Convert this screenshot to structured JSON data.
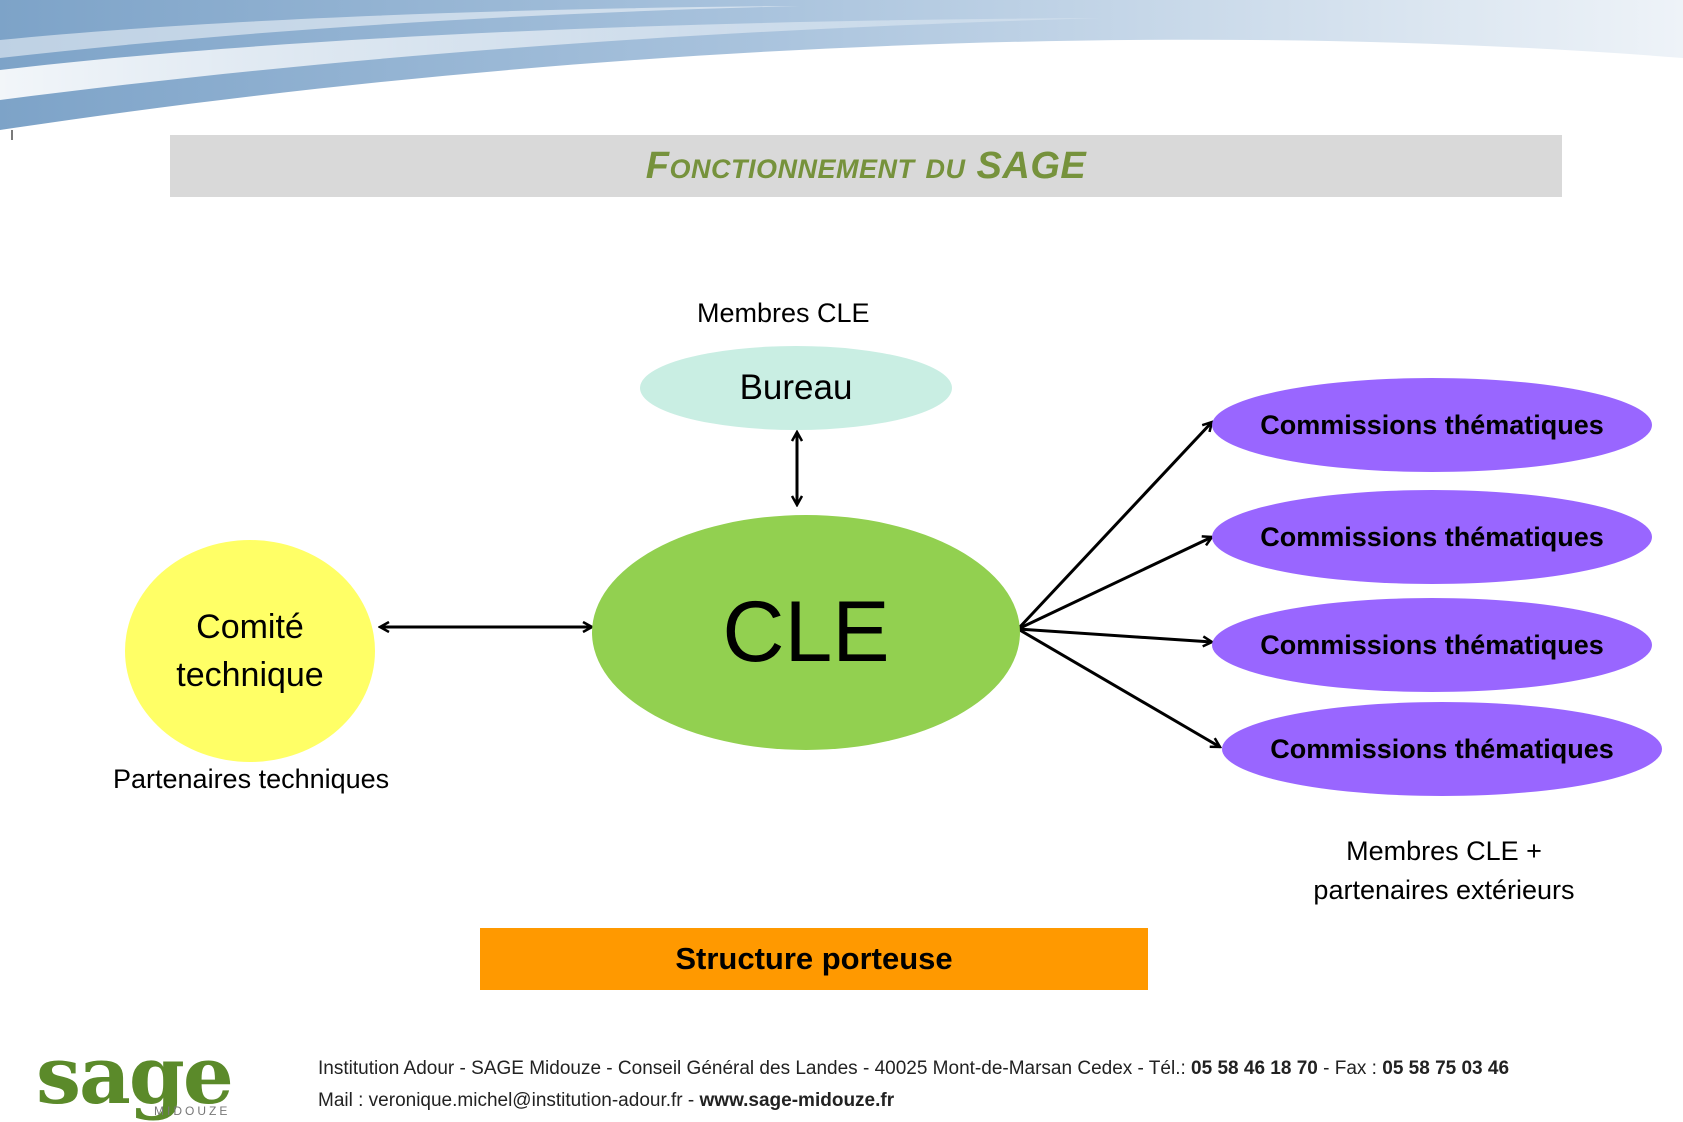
{
  "title": "Fonctionnement du SAGE",
  "nodes": {
    "bureau": {
      "label": "Bureau",
      "caption": "Membres CLE"
    },
    "cle": {
      "label": "CLE"
    },
    "comite": {
      "label_line1": "Comité",
      "label_line2": "technique",
      "caption": "Partenaires techniques"
    },
    "commissions": [
      {
        "label": "Commissions thématiques"
      },
      {
        "label": "Commissions thématiques"
      },
      {
        "label": "Commissions thématiques"
      },
      {
        "label": "Commissions thématiques"
      }
    ],
    "commissions_caption_line1": "Membres CLE +",
    "commissions_caption_line2": "partenaires extérieurs",
    "structure": {
      "label": "Structure porteuse"
    }
  },
  "colors": {
    "title_text": "#76923c",
    "title_bar": "#d9d9d9",
    "bureau": "#c9eee3",
    "cle": "#92d050",
    "comite": "#ffff66",
    "commissions": "#9966ff",
    "structure": "#ff9900",
    "logo": "#5b8a2a"
  },
  "footer": {
    "logo_text": "sage",
    "logo_subtext": "MIDOUZE",
    "line1_prefix": "Institution Adour - SAGE Midouze - Conseil Général des Landes - 40025 Mont-de-Marsan Cedex - Tél.: ",
    "tel": "05 58 46 18 70",
    "fax_label": " - Fax : ",
    "fax": "05 58 75 03 46",
    "line2_prefix": "Mail : veronique.michel@institution-adour.fr - ",
    "website": "www.sage-midouze.fr"
  }
}
